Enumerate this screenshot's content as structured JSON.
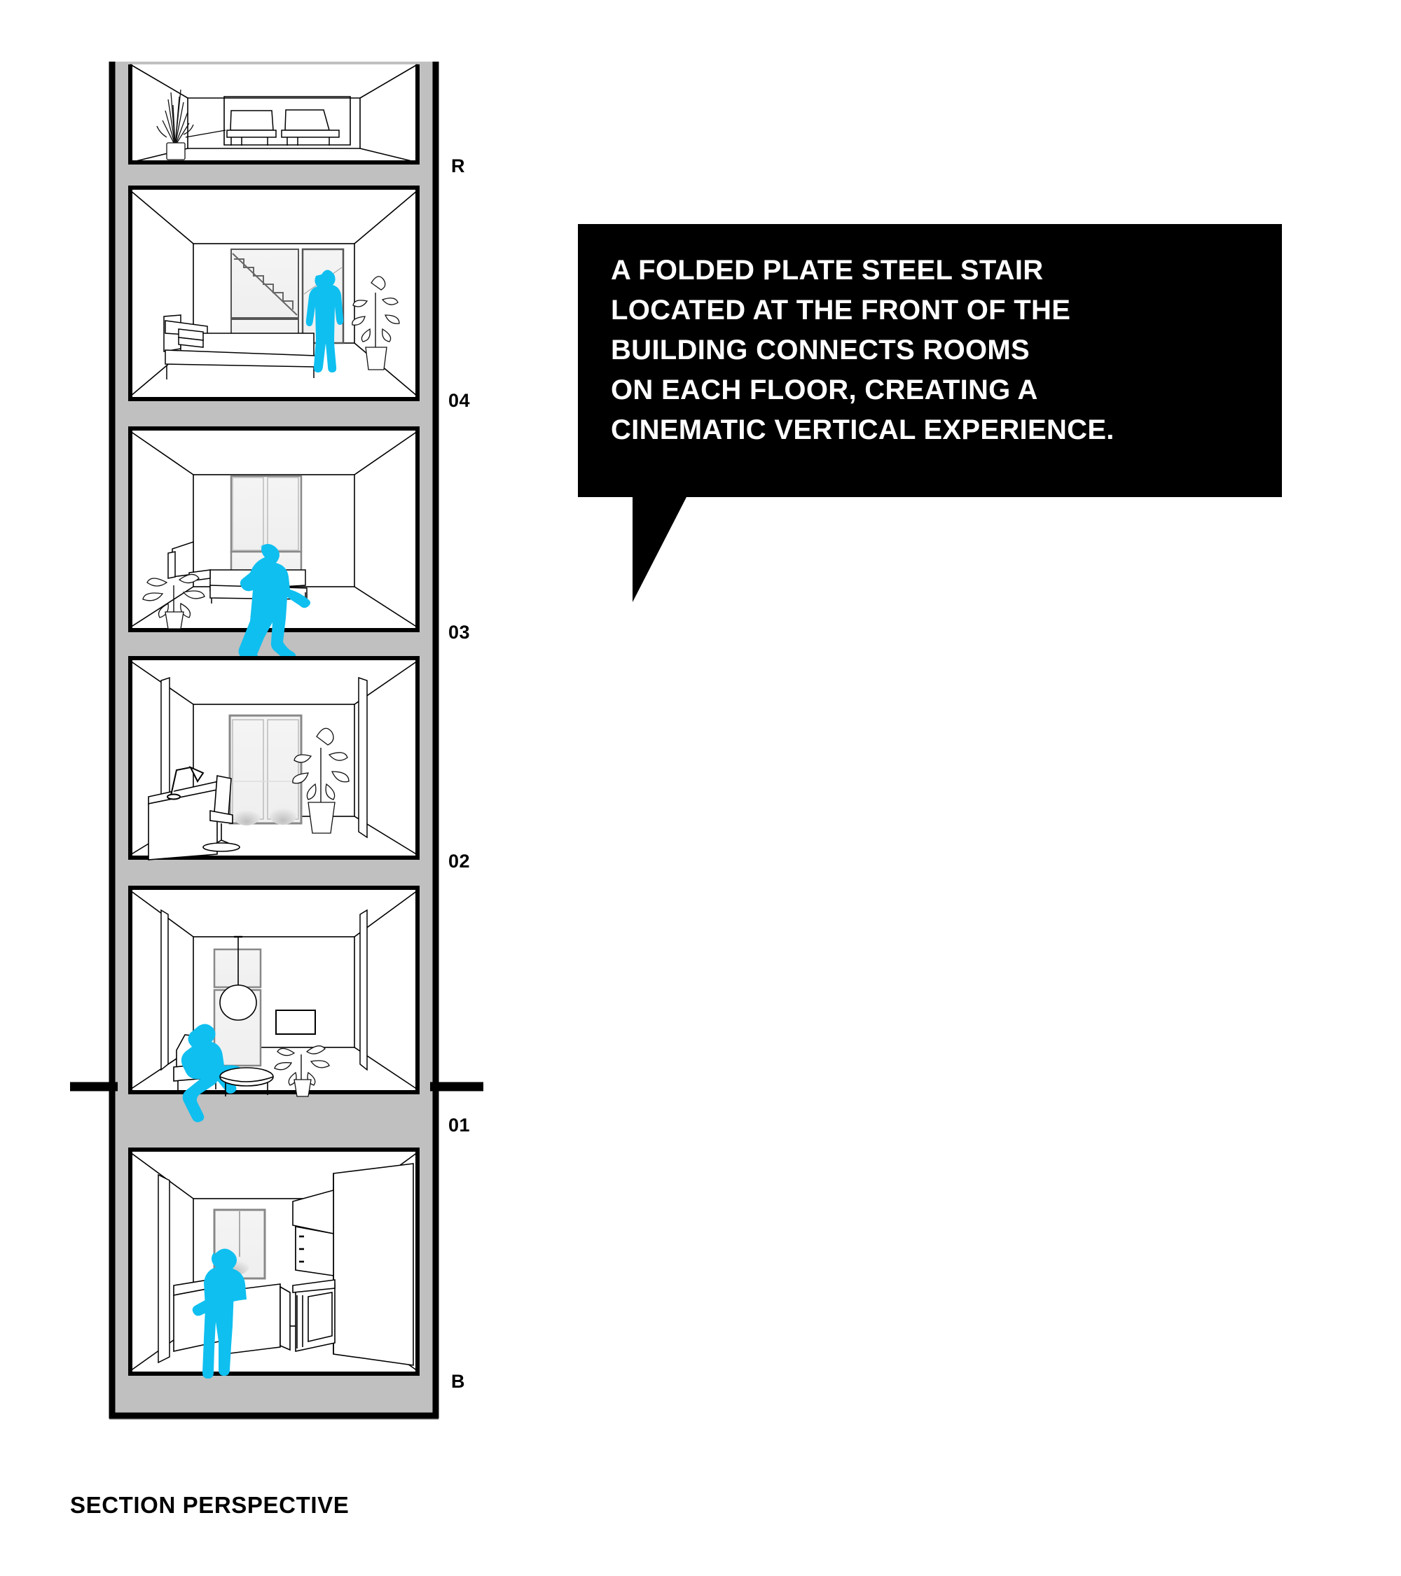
{
  "drawing": {
    "title": "SECTION PERSPECTIVE",
    "colors": {
      "poche_gray": "#C0C0C0",
      "outline_black": "#000000",
      "figure_cyan": "#0FBFF0",
      "glass_gray": "#F2F2F2",
      "line_gray": "#808080",
      "background": "#FFFFFF"
    },
    "levels": [
      {
        "code": "R",
        "name": "roof-terrace"
      },
      {
        "code": "04",
        "name": "level-04"
      },
      {
        "code": "03",
        "name": "level-03"
      },
      {
        "code": "02",
        "name": "level-02"
      },
      {
        "code": "01",
        "name": "level-01"
      },
      {
        "code": "B",
        "name": "basement"
      }
    ],
    "rooms": [
      {
        "level": "R",
        "program": "Roof Terrace",
        "furniture": [
          "lounge-chair",
          "lounge-chair",
          "tall-potted-grass"
        ],
        "figures": 0
      },
      {
        "level": "04",
        "program": "Bedroom",
        "furniture": [
          "bed",
          "headboard",
          "folded-plate-stair-behind-glass",
          "glass-door",
          "potted-plant"
        ],
        "figures": 1,
        "figure_pose": "standing"
      },
      {
        "level": "03",
        "program": "Bedroom",
        "furniture": [
          "bed",
          "desk",
          "window-wall",
          "potted-plant"
        ],
        "figures": 1,
        "figure_pose": "running-child"
      },
      {
        "level": "02",
        "program": "Study",
        "furniture": [
          "desk",
          "task-lamp",
          "office-chair",
          "glass-doors",
          "potted-plant"
        ],
        "figures": 0
      },
      {
        "level": "01",
        "program": "Living Room",
        "furniture": [
          "armchair",
          "coffee-table",
          "pendant-lamp",
          "wall-art",
          "potted-plant"
        ],
        "figures": 1,
        "figure_pose": "seated"
      },
      {
        "level": "B",
        "program": "Kitchen",
        "furniture": [
          "kitchen-island",
          "counter",
          "upper-cabinets",
          "oven",
          "refrigerator",
          "window"
        ],
        "figures": 1,
        "figure_pose": "standing-at-counter"
      }
    ],
    "grade_line": {
      "label": "",
      "present": true
    }
  },
  "callout": {
    "lines": [
      "A FOLDED PLATE STEEL STAIR",
      "LOCATED AT THE FRONT OF THE",
      "BUILDING CONNECTS ROOMS",
      "ON EACH FLOOR, CREATING A",
      "CINEMATIC VERTICAL EXPERIENCE."
    ],
    "full_text": "A FOLDED PLATE STEEL STAIR LOCATED AT THE FRONT OF THE BUILDING CONNECTS ROOMS ON EACH FLOOR, CREATING A CINEMATIC VERTICAL EXPERIENCE."
  }
}
